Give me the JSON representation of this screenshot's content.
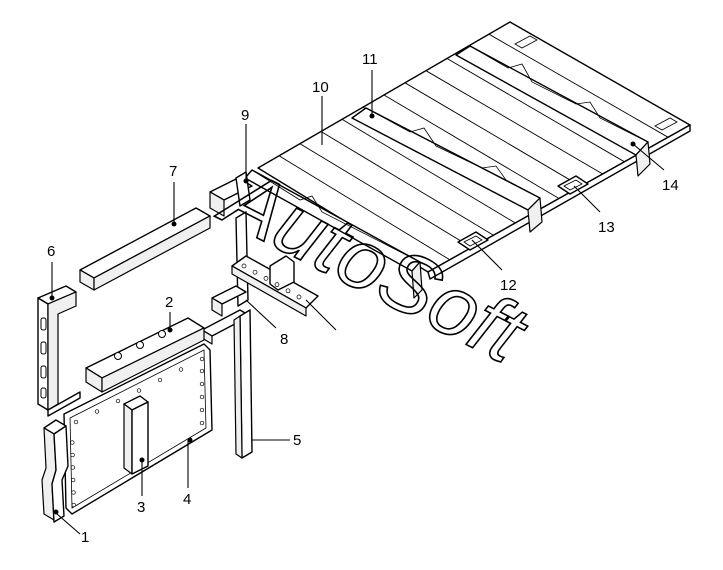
{
  "diagram": {
    "callouts": [
      {
        "id": "1",
        "label": "1"
      },
      {
        "id": "2",
        "label": "2"
      },
      {
        "id": "3",
        "label": "3"
      },
      {
        "id": "4",
        "label": "4"
      },
      {
        "id": "5",
        "label": "5"
      },
      {
        "id": "6",
        "label": "6"
      },
      {
        "id": "7",
        "label": "7"
      },
      {
        "id": "8",
        "label": "8"
      },
      {
        "id": "9",
        "label": "9"
      },
      {
        "id": "10",
        "label": "10"
      },
      {
        "id": "11",
        "label": "11"
      },
      {
        "id": "12",
        "label": "12"
      },
      {
        "id": "13",
        "label": "13"
      },
      {
        "id": "14",
        "label": "14"
      }
    ],
    "watermark": "AutoSoft"
  },
  "colors": {
    "line": "#000000",
    "background": "#ffffff"
  }
}
